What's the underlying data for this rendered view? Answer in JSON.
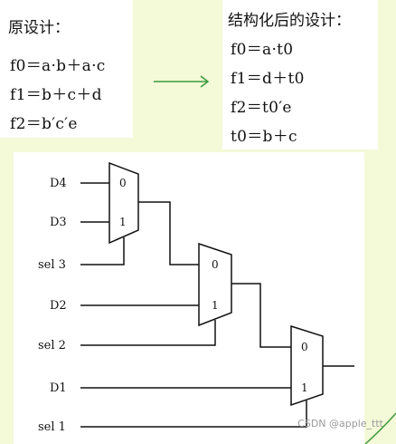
{
  "original_design": {
    "title": "原设计：",
    "equations": [
      "f0＝a·b＋a·c",
      "f1＝b＋c＋d",
      "f2＝b′c′e"
    ]
  },
  "structured_design": {
    "title": "结构化后的设计：",
    "equations": [
      "f0＝a·t0",
      "f1＝d＋t0",
      "f2＝t0′e",
      "t0＝b＋c"
    ]
  },
  "circuit": {
    "inputs": [
      "D4",
      "D3",
      "sel 3",
      "D2",
      "sel 2",
      "D1",
      "sel 1"
    ],
    "mux_port_labels": [
      "0",
      "1"
    ]
  },
  "colors": {
    "arrow": "#3c9a3c",
    "background": "#f4f9d8"
  },
  "watermark": "CSDN @apple_ttt"
}
